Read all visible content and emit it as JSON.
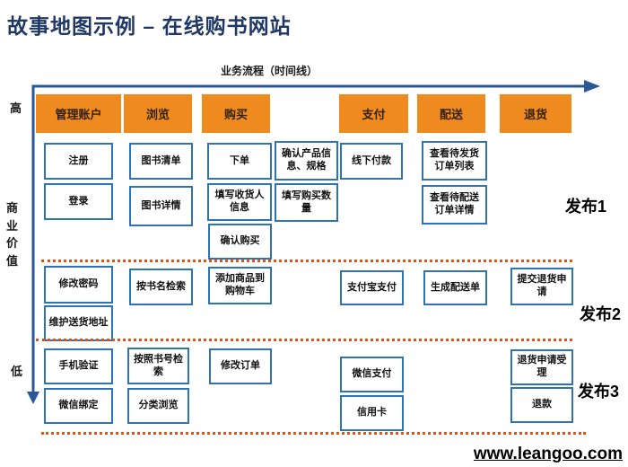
{
  "title": "故事地图示例 – 在线购书网站",
  "timeline_label": "业务流程（时间线）",
  "value_axis": {
    "high": "高",
    "label": "商业价值",
    "low": "低"
  },
  "activities": [
    {
      "id": "manage-account",
      "label": "管理账户"
    },
    {
      "id": "browse",
      "label": "浏览"
    },
    {
      "id": "buy",
      "label": "购买"
    },
    {
      "id": "pay",
      "label": "支付"
    },
    {
      "id": "delivery",
      "label": "配送"
    },
    {
      "id": "returns",
      "label": "退货"
    }
  ],
  "releases": [
    {
      "label": "发布1"
    },
    {
      "label": "发布2"
    },
    {
      "label": "发布3"
    }
  ],
  "cards": {
    "register": "注册",
    "login": "登录",
    "change_password": "修改密码",
    "maintain_address": "维护送货地址",
    "phone_verify": "手机验证",
    "wechat_bind": "微信绑定",
    "book_list": "图书清单",
    "book_detail": "图书详情",
    "search_by_title": "按书名检索",
    "search_by_isbn": "按照书号检索",
    "browse_by_category": "分类浏览",
    "place_order": "下单",
    "fill_receiver_info": "填写收货人信息",
    "confirm_purchase": "确认购买",
    "confirm_product_info": "确认产品信息、规格",
    "fill_quantity": "填写购买数量",
    "add_to_cart": "添加商品到购物车",
    "modify_order": "修改订单",
    "offline_payment": "线下付款",
    "alipay": "支付宝支付",
    "wechat_pay": "微信支付",
    "credit_card": "信用卡",
    "view_pending_ship_orders": "查看待发货订单列表",
    "view_pending_delivery_detail": "查看待配送订单详情",
    "generate_delivery_note": "生成配送单",
    "submit_return_request": "提交退货申请",
    "return_request_processing": "退货申请受理",
    "refund": "退款"
  },
  "footer_link": "www.leangoo.com",
  "colors": {
    "title": "#1F3864",
    "axis": "#2B579A",
    "header_bg": "#EF8B1E",
    "card_border": "#2E74B5",
    "divider": "#E8500F"
  }
}
